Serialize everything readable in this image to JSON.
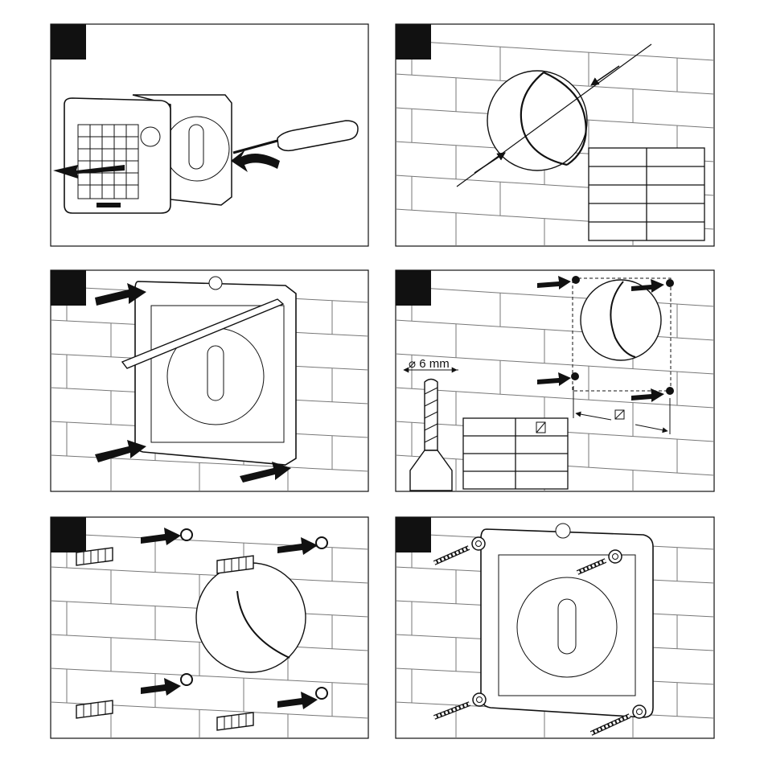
{
  "drill": {
    "diameter_label": "⌀ 6 mm"
  },
  "steps": [
    {
      "id": "remove-cover"
    },
    {
      "id": "wall-hole"
    },
    {
      "id": "mark-holes"
    },
    {
      "id": "drill-holes"
    },
    {
      "id": "insert-plugs"
    },
    {
      "id": "screw-base"
    }
  ],
  "tables": {
    "wall_hole_table": {
      "rows": 5,
      "cols": 2
    },
    "drill_table": {
      "rows": 4,
      "cols": 2
    }
  },
  "colors": {
    "ink": "#111111",
    "wall": "#555555",
    "paper": "#ffffff"
  }
}
